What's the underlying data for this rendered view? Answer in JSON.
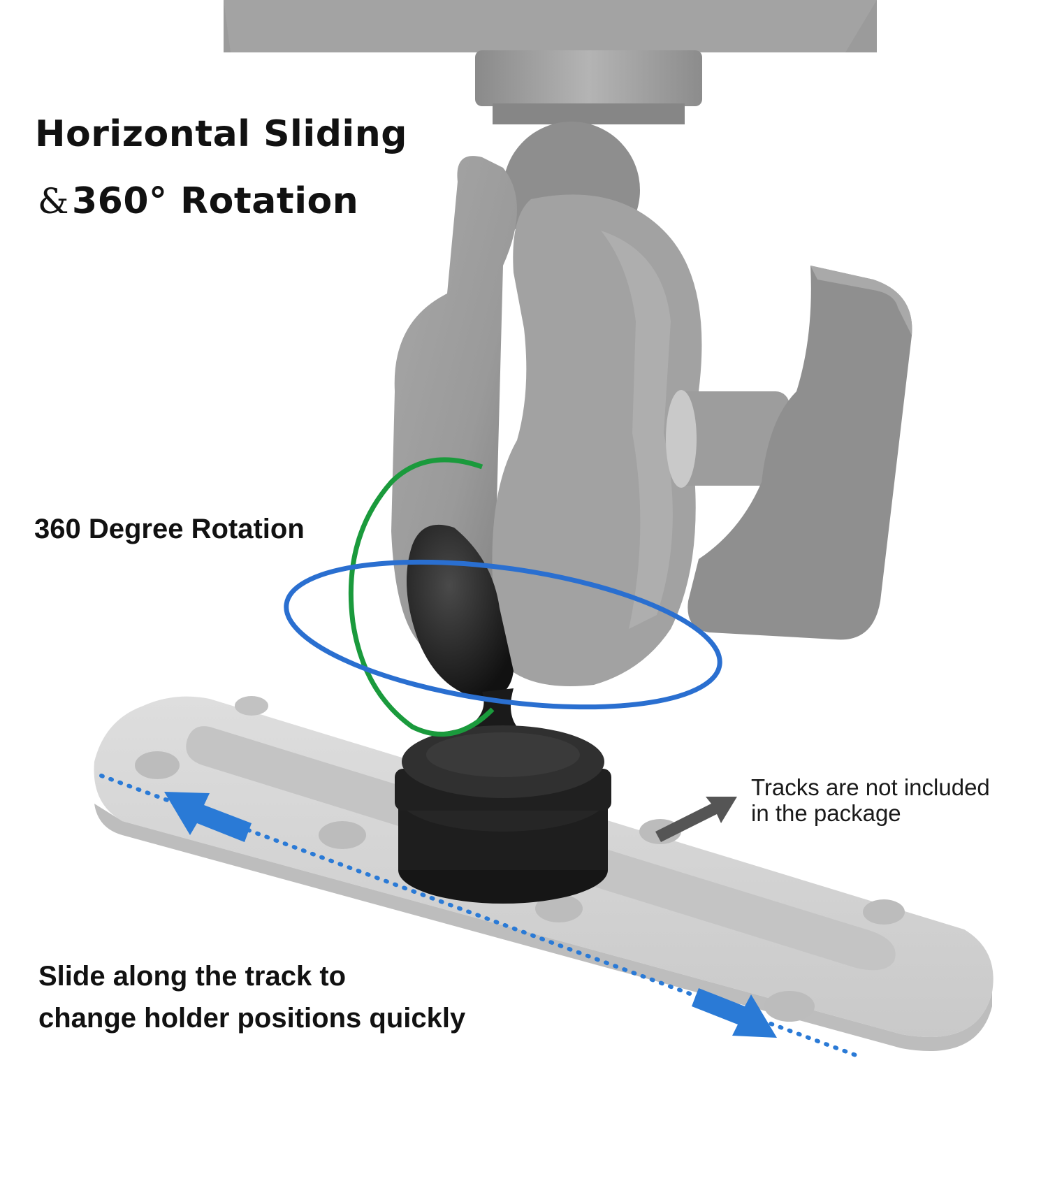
{
  "headline": {
    "line1": "Horizontal Sliding",
    "ampersand": "&",
    "line2": "360° Rotation"
  },
  "labels": {
    "rotation": "360 Degree Rotation",
    "tracks_note_line1": "Tracks are not included",
    "tracks_note_line2": "in the package",
    "slide_line1": "Slide along the track to",
    "slide_line2": "change holder positions quickly"
  },
  "colors": {
    "rotation_ring_green": "#1a9a3c",
    "rotation_ring_blue": "#2a6fd0",
    "slide_arrow_blue": "#2a7ad6",
    "note_arrow_gray": "#555555",
    "mount_gray": "#9a9a9a",
    "ball_black": "#1b1b1b",
    "track_gray": "#d6d6d6"
  },
  "icons": [
    "slide-left-arrow-icon",
    "slide-right-arrow-icon",
    "note-pointer-arrow-icon"
  ]
}
